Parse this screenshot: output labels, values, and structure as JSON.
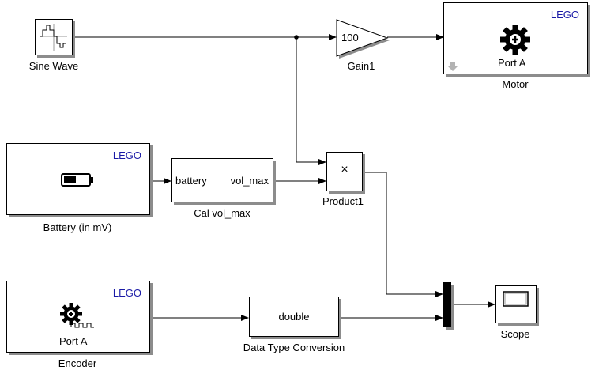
{
  "blocks": {
    "sine_wave": {
      "label": "Sine Wave"
    },
    "gain": {
      "label": "Gain1",
      "value": "100"
    },
    "motor": {
      "label": "Motor",
      "brand": "LEGO",
      "port": "Port A"
    },
    "battery": {
      "label": "Battery (in mV)",
      "brand": "LEGO"
    },
    "cal_vol_max": {
      "label": "Cal vol_max",
      "input_port": "battery",
      "output_port": "vol_max"
    },
    "product": {
      "label": "Product1",
      "symbol": "×"
    },
    "encoder": {
      "label": "Encoder",
      "brand": "LEGO",
      "port": "Port A"
    },
    "data_type_conversion": {
      "label": "Data Type Conversion",
      "value": "double"
    },
    "scope": {
      "label": "Scope"
    }
  },
  "colors": {
    "lego_text": "#1a1aa6",
    "shadow": "#8c8c8c",
    "line": "#000000"
  }
}
